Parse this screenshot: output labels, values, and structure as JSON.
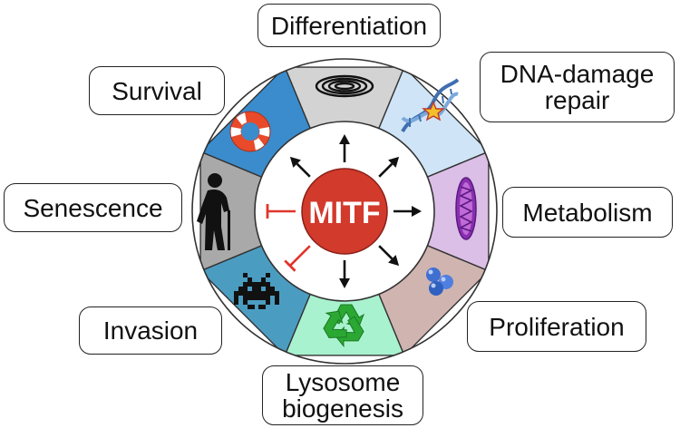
{
  "center": {
    "label": "MITF",
    "color": "#d23a2c"
  },
  "categories": [
    {
      "id": "differentiation",
      "label": "Differentiation",
      "color": "#d3d3d3",
      "effect": "promote",
      "icon": "whorl-fingerprint-icon"
    },
    {
      "id": "dna-damage-repair",
      "label": "DNA-damage repair",
      "line1": "DNA-damage",
      "line2": "repair",
      "color": "#cfe4f6",
      "effect": "promote",
      "icon": "dna-helix-star-icon"
    },
    {
      "id": "metabolism",
      "label": "Metabolism",
      "color": "#dbbfe6",
      "effect": "promote",
      "icon": "mitochondrion-icon"
    },
    {
      "id": "proliferation",
      "label": "Proliferation",
      "color": "#cfb4b0",
      "effect": "promote",
      "icon": "dividing-cells-icon"
    },
    {
      "id": "lysosome-biogenesis",
      "label": "Lysosome biogenesis",
      "line1": "Lysosome",
      "line2": "biogenesis",
      "color": "#a9f2cf",
      "effect": "promote",
      "icon": "recycling-icon"
    },
    {
      "id": "invasion",
      "label": "Invasion",
      "color": "#4b9cc1",
      "effect": "inhibit",
      "icon": "space-invader-icon"
    },
    {
      "id": "senescence",
      "label": "Senescence",
      "color": "#a9a9a9",
      "effect": "inhibit",
      "icon": "elderly-person-icon"
    },
    {
      "id": "survival",
      "label": "Survival",
      "color": "#3b8ccc",
      "effect": "promote",
      "icon": "life-ring-icon"
    }
  ],
  "colors": {
    "promote_arrow": "#111111",
    "inhibit_arrow": "#e0352b",
    "ring_outline": "#333333"
  }
}
